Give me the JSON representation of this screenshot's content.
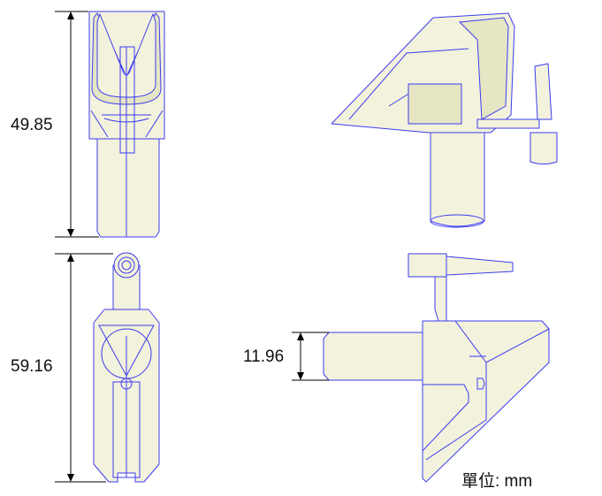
{
  "dimensions": {
    "front_height": "49.85",
    "side_height": "59.16",
    "cylinder_diameter": "11.96"
  },
  "unit_label": "單位: mm",
  "colors": {
    "outline": "#3c3cf0",
    "fill": "#f3f2dc",
    "dimension": "#000000"
  }
}
